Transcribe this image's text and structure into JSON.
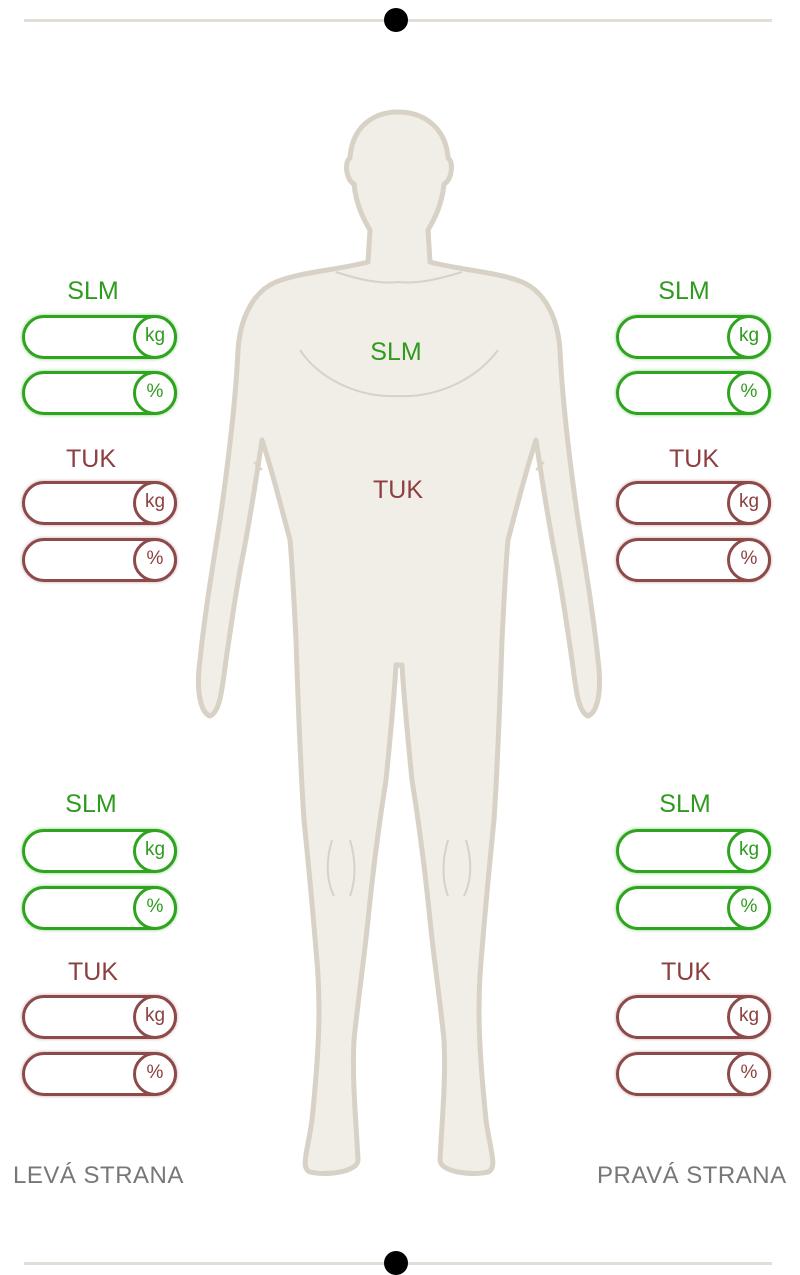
{
  "body_labels": {
    "slm": "SLM",
    "tuk": "TUK"
  },
  "units": {
    "kg": "kg",
    "percent": "%"
  },
  "side_labels": {
    "left": "LEVÁ STRANA",
    "right": "PRAVÁ STRANA"
  },
  "segments": [
    {
      "id": "left-arm",
      "slm_label": "SLM",
      "tuk_label": "TUK"
    },
    {
      "id": "right-arm",
      "slm_label": "SLM",
      "tuk_label": "TUK"
    },
    {
      "id": "left-leg",
      "slm_label": "SLM",
      "tuk_label": "TUK"
    },
    {
      "id": "right-leg",
      "slm_label": "SLM",
      "tuk_label": "TUK"
    }
  ],
  "colors": {
    "slm": "#2e9b1f",
    "tuk": "#8c3f3f",
    "body_fill": "#f1ede7",
    "body_stroke": "#d8d1c6"
  }
}
